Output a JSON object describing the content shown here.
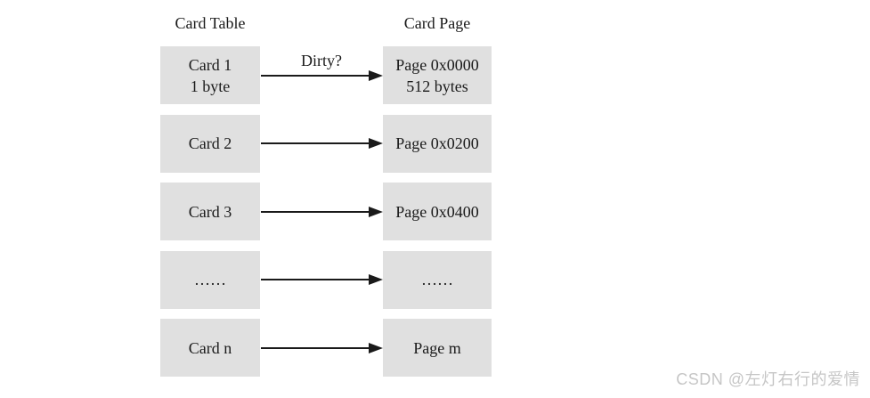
{
  "diagram": {
    "left_header": "Card Table",
    "right_header": "Card Page",
    "rows": [
      {
        "left": [
          "Card 1",
          "1 byte"
        ],
        "label": "Dirty?",
        "right": [
          "Page 0x0000",
          "512 bytes"
        ]
      },
      {
        "left": [
          "Card 2"
        ],
        "right": [
          "Page 0x0200"
        ]
      },
      {
        "left": [
          "Card 3"
        ],
        "right": [
          "Page 0x0400"
        ]
      },
      {
        "left": [
          "……"
        ],
        "right": [
          "……"
        ]
      },
      {
        "left": [
          "Card n"
        ],
        "right": [
          "Page m"
        ]
      }
    ],
    "colors": {
      "box_bg": "#e0e0e0",
      "text": "#1a1a1a",
      "arrow": "#1a1a1a"
    }
  },
  "watermark": {
    "text": "CSDN @左灯右行的爱情",
    "color": "#c6c6c6"
  }
}
